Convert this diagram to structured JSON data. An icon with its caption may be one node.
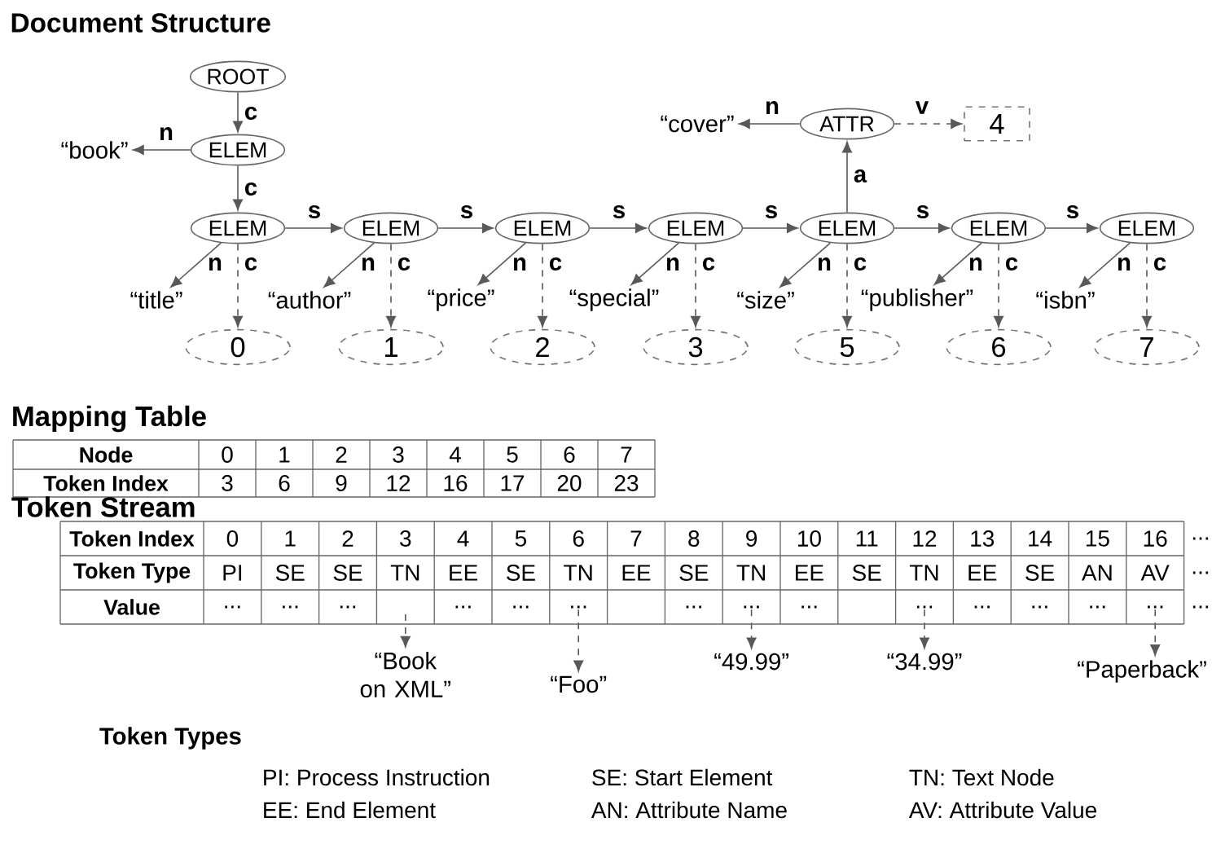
{
  "diagram": {
    "title": "Document Structure",
    "nodes": [
      {
        "text": [
          "ROOT"
        ]
      },
      {
        "text": [
          "ELEM"
        ]
      },
      {
        "text": [
          "“book”"
        ]
      },
      {
        "text": [
          "ELEM"
        ]
      },
      {
        "text": [
          "ELEM"
        ]
      },
      {
        "text": [
          "ELEM"
        ]
      },
      {
        "text": [
          "ELEM"
        ]
      },
      {
        "text": [
          "ELEM"
        ]
      },
      {
        "text": [
          "ELEM"
        ]
      },
      {
        "text": [
          "ELEM"
        ]
      },
      {
        "text": [
          "ATTR"
        ]
      },
      {
        "text": [
          "“cover”"
        ]
      },
      {
        "text": [
          "4"
        ]
      },
      {
        "text": [
          "“title”"
        ]
      },
      {
        "text": [
          "“author”"
        ]
      },
      {
        "text": [
          "“price”"
        ]
      },
      {
        "text": [
          "“special”"
        ]
      },
      {
        "text": [
          "“size”"
        ]
      },
      {
        "text": [
          "“publisher”"
        ]
      },
      {
        "text": [
          "“isbn”"
        ]
      },
      {
        "text": [
          "0"
        ]
      },
      {
        "text": [
          "1"
        ]
      },
      {
        "text": [
          "2"
        ]
      },
      {
        "text": [
          "3"
        ]
      },
      {
        "text": [
          "5"
        ]
      },
      {
        "text": [
          "6"
        ]
      },
      {
        "text": [
          "7"
        ]
      },
      {
        "text": [
          "“Book on XML”"
        ]
      },
      {
        "text": [
          "“Foo”"
        ]
      },
      {
        "text": [
          "“49.99”"
        ]
      },
      {
        "text": [
          "“34.99”"
        ]
      },
      {
        "text": [
          "“Paperback”"
        ]
      },
      {
        "text": [
          "..."
        ]
      },
      {
        "text": [
          "..."
        ]
      },
      {
        "text": [
          "..."
        ]
      },
      {
        "text": [
          "..."
        ]
      }
    ],
    "edges": [
      {
        "from": 0,
        "to": 1,
        "arrow": "to",
        "label": "c"
      },
      {
        "from": 1,
        "to": 2,
        "arrow": "to",
        "label": "n"
      },
      {
        "from": 1,
        "to": 3,
        "arrow": "to",
        "label": "c"
      },
      {
        "from": 3,
        "to": 4,
        "arrow": "to",
        "label": "s"
      },
      {
        "from": 4,
        "to": 5,
        "arrow": "to",
        "label": "s"
      },
      {
        "from": 5,
        "to": 6,
        "arrow": "to",
        "label": "s"
      },
      {
        "from": 6,
        "to": 7,
        "arrow": "to",
        "label": "s"
      },
      {
        "from": 7,
        "to": 8,
        "arrow": "to",
        "label": "s"
      },
      {
        "from": 8,
        "to": 9,
        "arrow": "to",
        "label": "s"
      },
      {
        "from": 7,
        "to": 10,
        "arrow": "to",
        "label": "a"
      },
      {
        "from": 10,
        "to": 11,
        "arrow": "to",
        "label": "n"
      },
      {
        "from": 10,
        "to": 12,
        "arrow": "to",
        "label": "v",
        "style": "dashed"
      },
      {
        "from": 3,
        "to": 13,
        "arrow": "to",
        "label": "n"
      },
      {
        "from": 4,
        "to": 14,
        "arrow": "to",
        "label": "n"
      },
      {
        "from": 5,
        "to": 15,
        "arrow": "to",
        "label": "n"
      },
      {
        "from": 6,
        "to": 16,
        "arrow": "to",
        "label": "n"
      },
      {
        "from": 7,
        "to": 17,
        "arrow": "to",
        "label": "n"
      },
      {
        "from": 8,
        "to": 18,
        "arrow": "to",
        "label": "n"
      },
      {
        "from": 9,
        "to": 19,
        "arrow": "to",
        "label": "n"
      },
      {
        "from": 3,
        "to": 20,
        "arrow": "to",
        "label": "c",
        "style": "dashed"
      },
      {
        "from": 4,
        "to": 21,
        "arrow": "to",
        "label": "c",
        "style": "dashed"
      },
      {
        "from": 5,
        "to": 22,
        "arrow": "to",
        "label": "c",
        "style": "dashed"
      },
      {
        "from": 6,
        "to": 23,
        "arrow": "to",
        "label": "c",
        "style": "dashed"
      },
      {
        "from": 7,
        "to": 24,
        "arrow": "to",
        "label": "c",
        "style": "dashed"
      },
      {
        "from": 8,
        "to": 25,
        "arrow": "to",
        "label": "c",
        "style": "dashed"
      },
      {
        "from": 9,
        "to": 26,
        "arrow": "to",
        "label": "c",
        "style": "dashed"
      },
      {
        "from": null,
        "to": 27,
        "arrow": "to",
        "style": "dashed"
      },
      {
        "from": 32,
        "to": 28,
        "arrow": "to",
        "style": "dashed"
      },
      {
        "from": 33,
        "to": 29,
        "arrow": "to",
        "style": "dashed"
      },
      {
        "from": 34,
        "to": 30,
        "arrow": "to",
        "style": "dashed"
      },
      {
        "from": 35,
        "to": 31,
        "arrow": "to",
        "style": "dashed"
      }
    ],
    "labels": [
      "Mapping Table",
      "Node",
      "0",
      "1",
      "2",
      "3",
      "4",
      "5",
      "6",
      "7",
      "Token Index",
      "3",
      "6",
      "9",
      "12",
      "16",
      "17",
      "20",
      "23",
      "Token Stream",
      "Token Index",
      "0",
      "1",
      "2",
      "3",
      "4",
      "5",
      "6",
      "7",
      "8",
      "9",
      "10",
      "11",
      "12",
      "13",
      "14",
      "15",
      "16",
      "...",
      "Token Type",
      "PI",
      "SE",
      "SE",
      "TN",
      "EE",
      "SE",
      "TN",
      "EE",
      "SE",
      "TN",
      "EE",
      "SE",
      "TN",
      "EE",
      "SE",
      "AN",
      "AV",
      "...",
      "Value",
      "...",
      "...",
      "...",
      "...",
      "...",
      "...",
      "...",
      "...",
      "...",
      "...",
      "...",
      "Token Types",
      "PI: Process Instruction",
      "SE: Start Element",
      "TN: Text Node",
      "EE: End Element",
      "AN: Attribute Name",
      "AV: Attribute Value"
    ]
  }
}
